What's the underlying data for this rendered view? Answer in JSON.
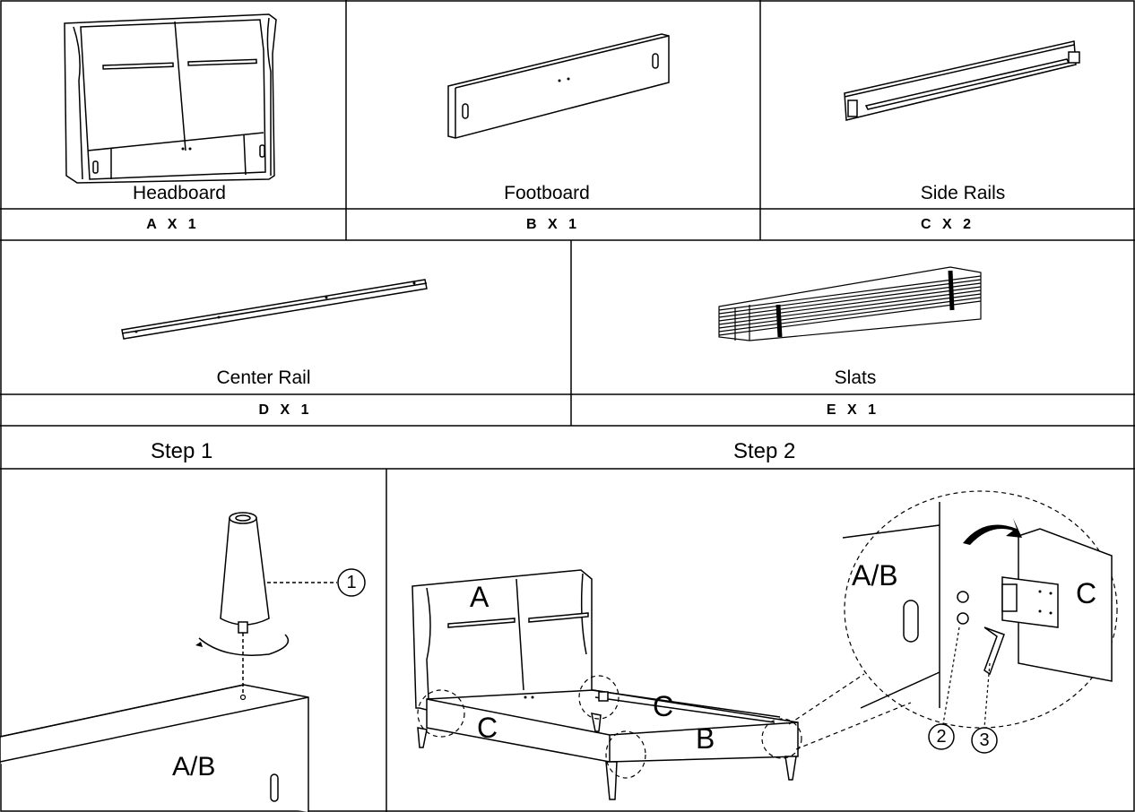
{
  "parts": [
    {
      "name": "Headboard",
      "qty": "A X 1"
    },
    {
      "name": "Footboard",
      "qty": "B X 1"
    },
    {
      "name": "Side Rails",
      "qty": "C X 2"
    },
    {
      "name": "Center Rail",
      "qty": "D X 1"
    },
    {
      "name": "Slats",
      "qty": "E X 1"
    }
  ],
  "steps": {
    "step1": "Step  1",
    "step2": "Step  2"
  },
  "step1_diagram": {
    "callout": "1",
    "board_label": "A/B"
  },
  "step2_diagram": {
    "label_a": "A",
    "label_b": "B",
    "label_c_left": "C",
    "label_c_right": "C",
    "detail_ab": "A/B",
    "detail_c": "C",
    "callout_2": "2",
    "callout_3": "3"
  }
}
